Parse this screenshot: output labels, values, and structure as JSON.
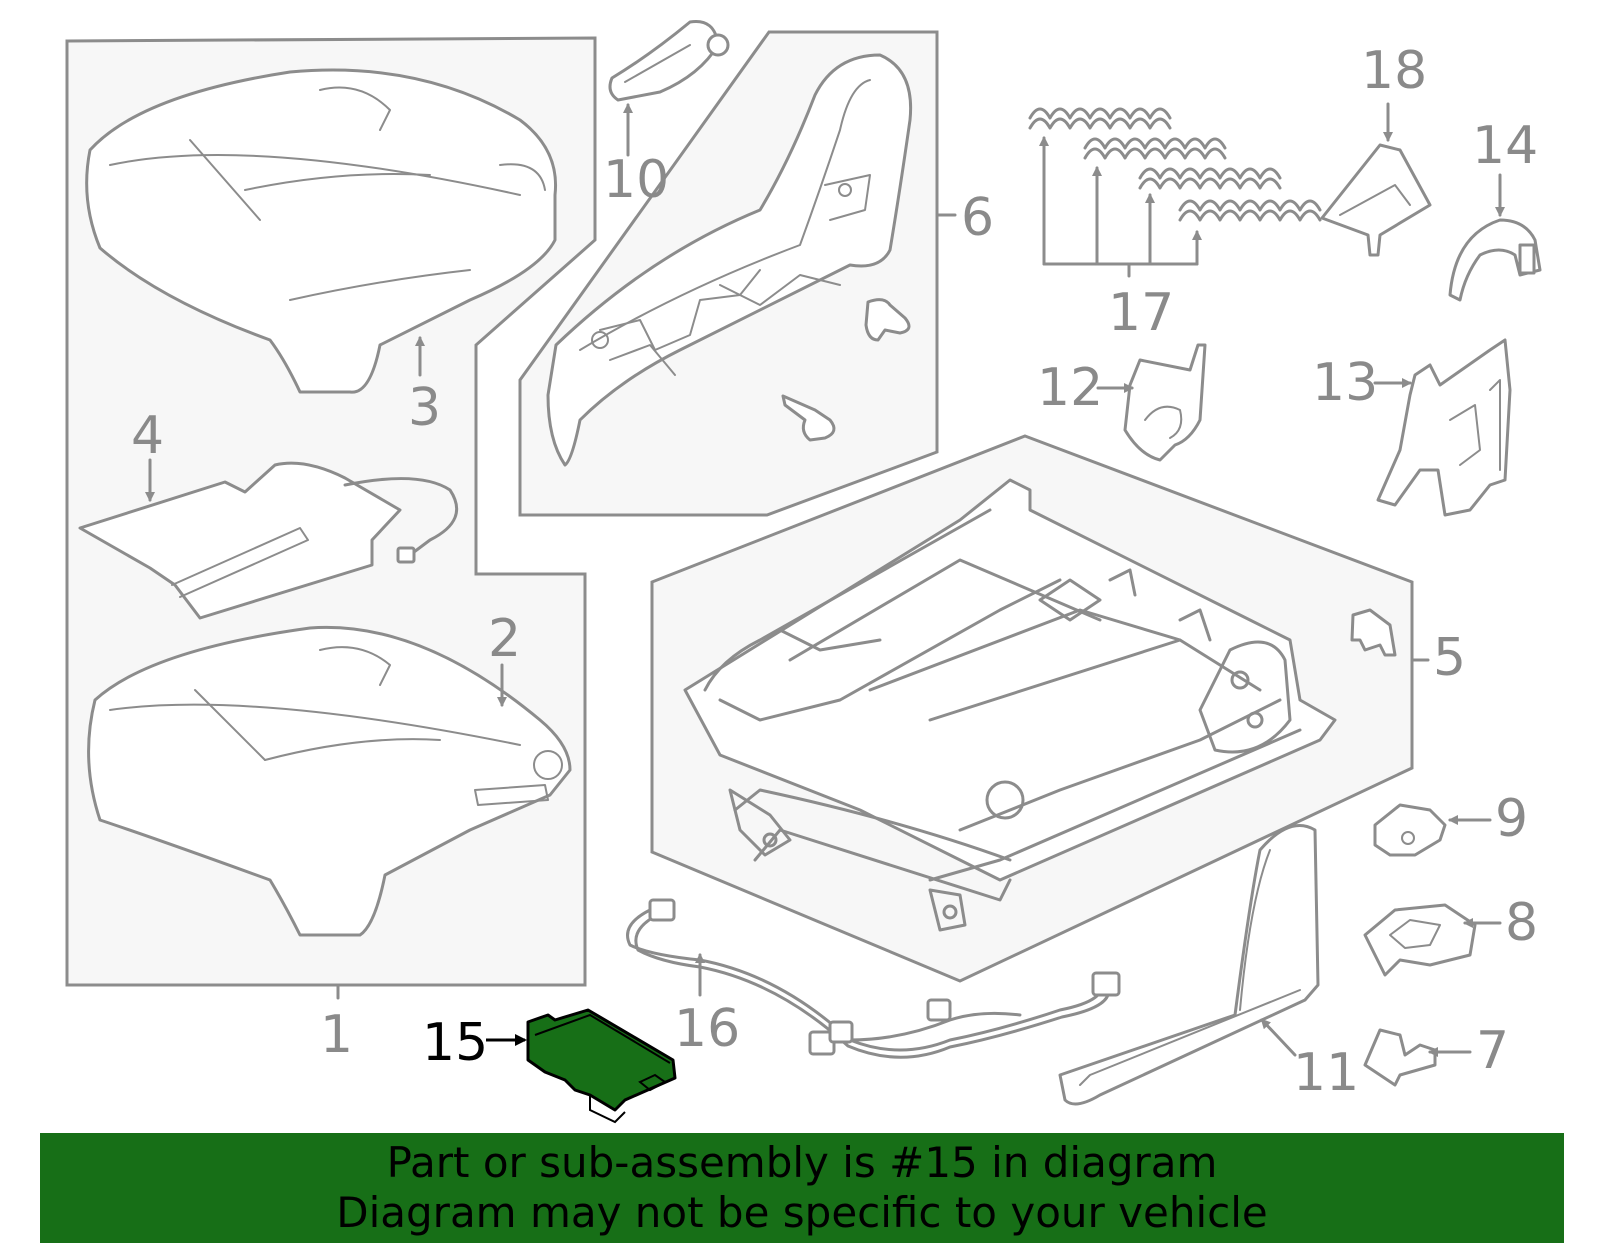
{
  "callouts": {
    "c1": "1",
    "c2": "2",
    "c3": "3",
    "c4": "4",
    "c5": "5",
    "c6": "6",
    "c7": "7",
    "c8": "8",
    "c9": "9",
    "c10": "10",
    "c11": "11",
    "c12": "12",
    "c13": "13",
    "c14": "14",
    "c15": "15",
    "c16": "16",
    "c17": "17",
    "c18": "18"
  },
  "highlight": {
    "part": "15",
    "color": "#176f17"
  },
  "banner": {
    "line1": "Part or sub-assembly is #15 in diagram",
    "line2": "Diagram may not be specific to your vehicle",
    "color": "#176f17"
  }
}
